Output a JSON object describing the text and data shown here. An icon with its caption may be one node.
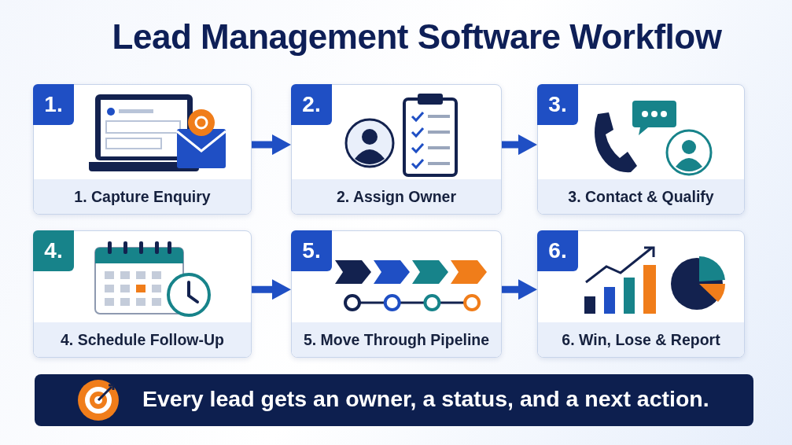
{
  "diagram": {
    "title": "Lead Management Software Workflow",
    "nodes": [
      {
        "text": [
          "1.",
          "1. Capture Enquiry"
        ]
      },
      {
        "text": [
          "2.",
          "2. Assign Owner"
        ]
      },
      {
        "text": [
          "3.",
          "3. Contact & Qualify"
        ]
      },
      {
        "text": [
          "4.",
          "4. Schedule Follow-Up"
        ]
      },
      {
        "text": [
          "5.",
          "5. Move Through Pipeline"
        ]
      },
      {
        "text": [
          "6.",
          "6. Win, Lose & Report"
        ]
      }
    ],
    "edges": [
      {
        "from": 0,
        "to": 1,
        "arrow": "to"
      },
      {
        "from": 1,
        "to": 2,
        "arrow": "to"
      },
      {
        "from": 3,
        "to": 4,
        "arrow": "to"
      },
      {
        "from": 4,
        "to": 5,
        "arrow": "to"
      }
    ],
    "labels": [
      "Every lead gets an owner, a status, and a next action."
    ]
  }
}
